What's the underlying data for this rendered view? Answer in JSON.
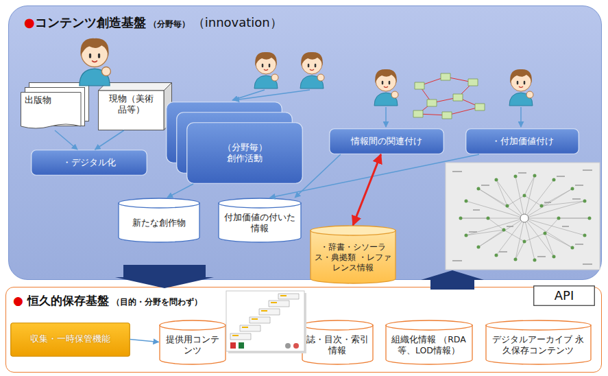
{
  "diagram": {
    "nodes": [
      {
        "text": [
          "●コンテンツ創造基盤",
          "（分野毎）",
          "（innovation）"
        ]
      },
      {
        "text": [
          "出版物"
        ],
        "in": 0
      },
      {
        "text": [
          "現物（美術品等）"
        ],
        "in": 0
      },
      {
        "text": [
          "・デジタル化"
        ],
        "in": 0
      },
      {
        "text": [
          "（分野毎） 創作活動"
        ],
        "in": 0
      },
      {
        "text": [
          "情報間の関連付け"
        ],
        "in": 0
      },
      {
        "text": [
          "・付加価値付け"
        ],
        "in": 0
      },
      {
        "text": [
          "新たな創作物"
        ],
        "in": 0
      },
      {
        "text": [
          "付加価値の付いた情報"
        ],
        "in": 0
      },
      {
        "text": [
          "・辞書・シソーラス・典拠類 ・レファレンス情報"
        ],
        "in": 0
      },
      {
        "text": [
          "● 恒久的保存基盤",
          "（目的・分野を問わず）"
        ]
      },
      {
        "text": [
          "収集・一時保管機能"
        ],
        "in": 10
      },
      {
        "text": [
          "提供用コンテンツ"
        ],
        "in": 10
      },
      {
        "text": [
          "誌・目次・索引情報"
        ],
        "in": 10
      },
      {
        "text": [
          "組織化情報 （RDA等、LOD情報）"
        ],
        "in": 10
      },
      {
        "text": [
          "デジタルアーカイブ 永久保存コンテンツ"
        ],
        "in": 10
      },
      {
        "text": [
          "API"
        ]
      }
    ],
    "edges": [
      {
        "from": 1,
        "to": 3,
        "arrow": "to"
      },
      {
        "from": 2,
        "to": 3,
        "arrow": "to"
      },
      {
        "from": 4,
        "to": 7,
        "arrow": "to"
      },
      {
        "from": 6,
        "to": 8,
        "arrow": "to"
      },
      {
        "from": 5,
        "to": 8,
        "arrow": "to"
      },
      {
        "from": 5,
        "to": 9,
        "arrow": "both"
      },
      {
        "from": 0,
        "to": 10,
        "arrow": "to"
      },
      {
        "from": 10,
        "to": 0,
        "arrow": "to"
      },
      {
        "from": 11,
        "to": 12,
        "arrow": "to"
      }
    ]
  }
}
